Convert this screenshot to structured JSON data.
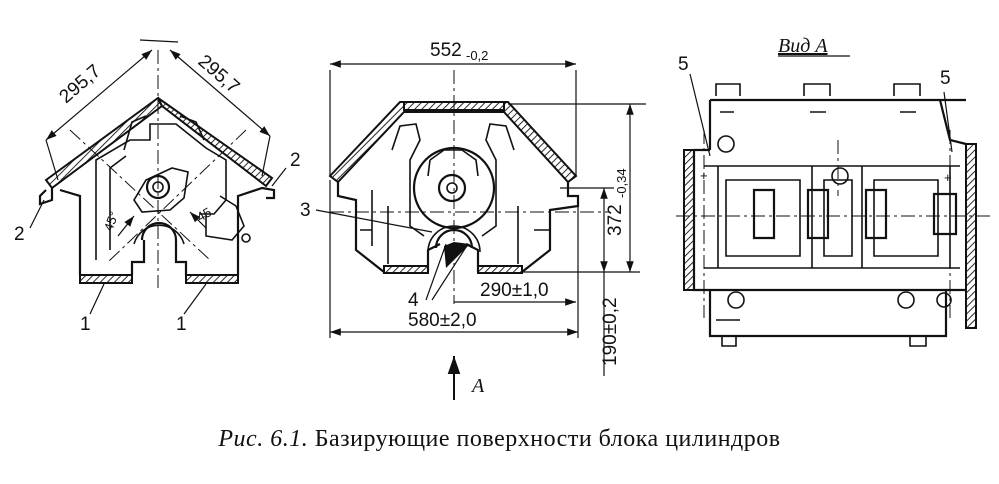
{
  "labels": {
    "dim_left_a": "295,7",
    "dim_left_b": "295,7",
    "angle_a": "45°",
    "angle_b": "45",
    "n1a": "1",
    "n1b": "1",
    "n2a": "2",
    "n2b": "2",
    "n3": "3",
    "n4": "4",
    "n5a": "5",
    "n5b": "5",
    "dim_width": "552",
    "dim_width_tol": "-0,2",
    "dim_height": "372",
    "dim_height_tol": "-0,34",
    "dim_290": "290±1,0",
    "dim_580": "580±2,0",
    "dim_190": "190±0,2",
    "arrow_a": "A",
    "view_a": "Вид  А"
  },
  "caption": {
    "fig": "Рис. 6.1.",
    "text": " Базирующие поверхности блока цилиндров"
  }
}
